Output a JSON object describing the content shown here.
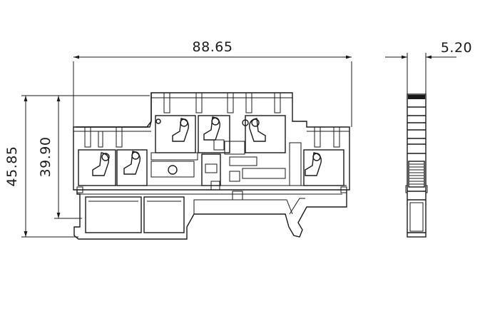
{
  "dimensions": {
    "width_label": "88.65",
    "thickness_label": "5.20",
    "height_total_label": "45.85",
    "height_inner_label": "39.90"
  }
}
